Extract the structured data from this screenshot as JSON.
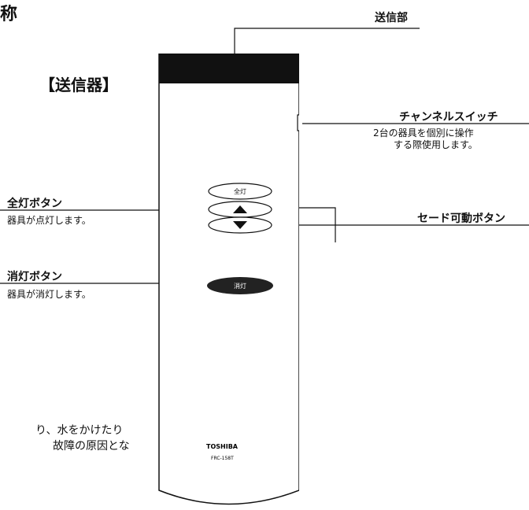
{
  "page_title": "称",
  "transmitter_label": "【送信器】",
  "callouts": {
    "transmitter_part": {
      "title": "送信部"
    },
    "channel_switch": {
      "title": "チャンネルスイッチ",
      "desc_line1": "2台の器具を個別に操作",
      "desc_line2": "する際使用します。"
    },
    "all_on": {
      "title": "全灯ボタン",
      "desc": "器具が点灯します。"
    },
    "shade": {
      "title": "セード可動ボタン"
    },
    "off": {
      "title": "消灯ボタン",
      "desc": "器具が消灯します。"
    }
  },
  "remote": {
    "all_on_label": "全灯",
    "off_label": "消灯",
    "brand": "TOSHIBA",
    "model": "FRC-158T"
  },
  "notes": {
    "line1": "り、水をかけたり",
    "line2": "故障の原因とな"
  }
}
